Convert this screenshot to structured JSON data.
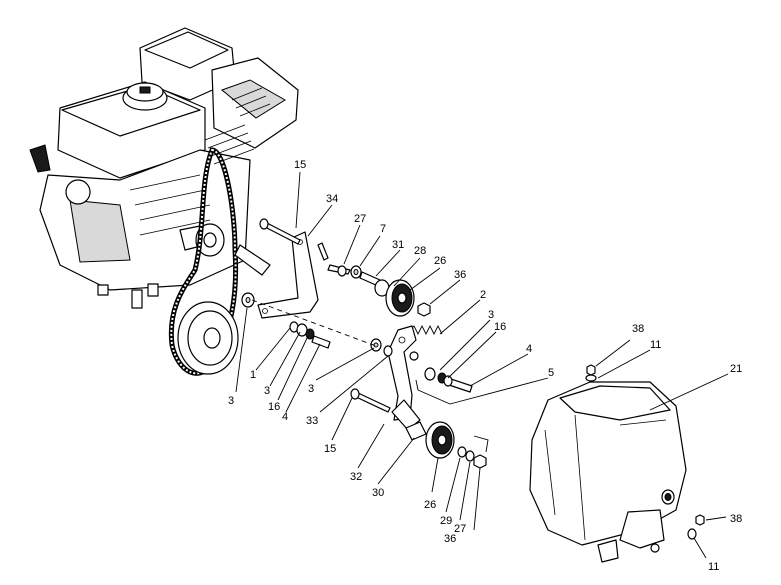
{
  "callouts": [
    {
      "id": "c15a",
      "label": "15"
    },
    {
      "id": "c34",
      "label": "34"
    },
    {
      "id": "c27a",
      "label": "27"
    },
    {
      "id": "c7",
      "label": "7"
    },
    {
      "id": "c31",
      "label": "31"
    },
    {
      "id": "c28",
      "label": "28"
    },
    {
      "id": "c26a",
      "label": "26"
    },
    {
      "id": "c36a",
      "label": "36"
    },
    {
      "id": "c2",
      "label": "2"
    },
    {
      "id": "c3a",
      "label": "3"
    },
    {
      "id": "c16a",
      "label": "16"
    },
    {
      "id": "c4a",
      "label": "4"
    },
    {
      "id": "c5",
      "label": "5"
    },
    {
      "id": "c1",
      "label": "1"
    },
    {
      "id": "c3b",
      "label": "3"
    },
    {
      "id": "c16b",
      "label": "16"
    },
    {
      "id": "c4b",
      "label": "4"
    },
    {
      "id": "c3c",
      "label": "3"
    },
    {
      "id": "c3d",
      "label": "3"
    },
    {
      "id": "c33",
      "label": "33"
    },
    {
      "id": "c15b",
      "label": "15"
    },
    {
      "id": "c32",
      "label": "32"
    },
    {
      "id": "c30",
      "label": "30"
    },
    {
      "id": "c26b",
      "label": "26"
    },
    {
      "id": "c29",
      "label": "29"
    },
    {
      "id": "c27b",
      "label": "27"
    },
    {
      "id": "c36b",
      "label": "36"
    },
    {
      "id": "c38a",
      "label": "38"
    },
    {
      "id": "c11a",
      "label": "11"
    },
    {
      "id": "c21",
      "label": "21"
    },
    {
      "id": "c38b",
      "label": "38"
    },
    {
      "id": "c11b",
      "label": "11"
    }
  ]
}
